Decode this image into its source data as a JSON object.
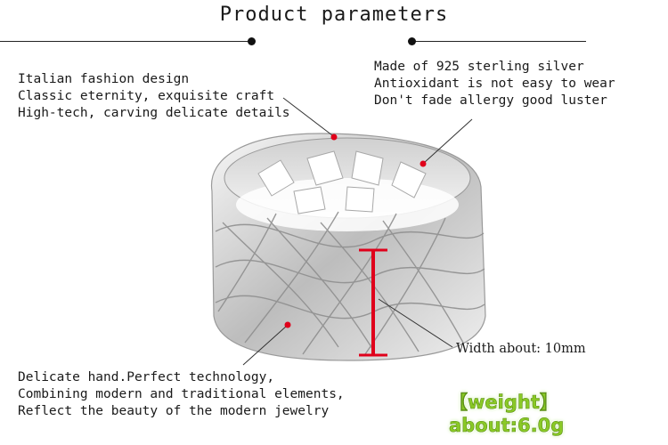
{
  "header": {
    "title": "Product parameters"
  },
  "top_left": {
    "lines": [
      "Italian fashion design",
      "Classic eternity, exquisite craft",
      "High-tech, carving delicate details"
    ]
  },
  "top_right": {
    "lines": [
      "Made of 925 sterling silver",
      "Antioxidant is not easy to wear",
      "Don't fade allergy good luster"
    ]
  },
  "bottom_left": {
    "lines": [
      "Delicate hand.Perfect technology,",
      "Combining modern and traditional elements,",
      "Reflect the beauty of the modern jewelry"
    ]
  },
  "width_label": "Width about: 10mm",
  "weight_label": "【weight】about:6.0g",
  "colors": {
    "marker_red": "#e0001b",
    "weight_green": "#8ac926",
    "silver": "#d9d9d9"
  },
  "product_image": "braided-silver-ring"
}
